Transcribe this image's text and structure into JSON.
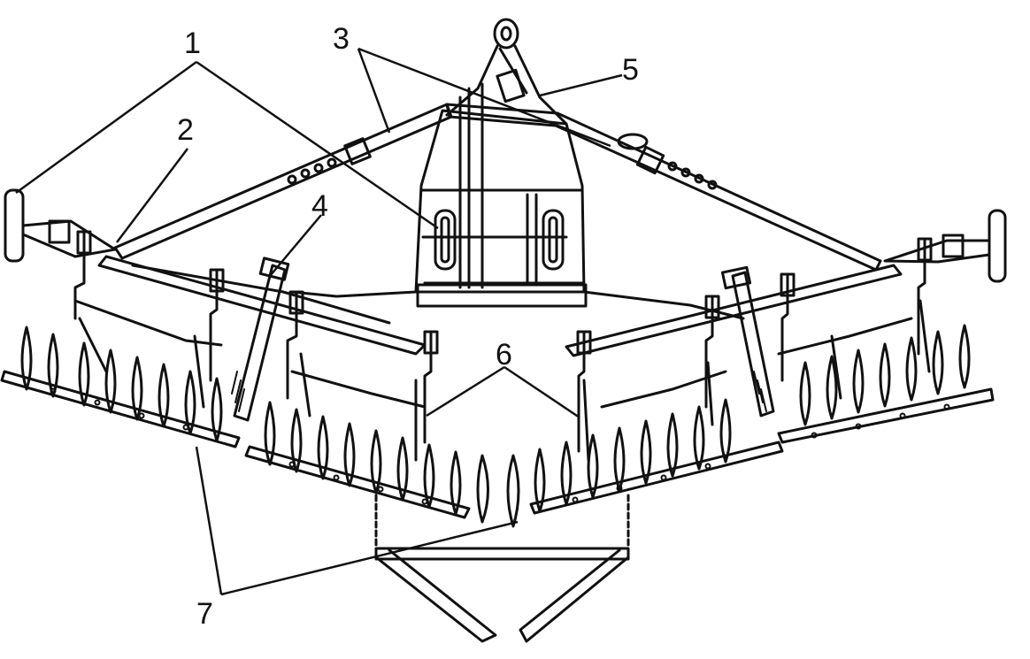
{
  "figure": {
    "kind": "technical line drawing of a trailed disc harrow",
    "colors": {
      "ink": "#111111",
      "paper": "#ffffff"
    },
    "callouts": [
      {
        "id": "c1",
        "label": "1"
      },
      {
        "id": "c2",
        "label": "2"
      },
      {
        "id": "c3",
        "label": "3"
      },
      {
        "id": "c4",
        "label": "4"
      },
      {
        "id": "c5",
        "label": "5"
      },
      {
        "id": "c6",
        "label": "6"
      },
      {
        "id": "c7",
        "label": "7"
      }
    ]
  }
}
